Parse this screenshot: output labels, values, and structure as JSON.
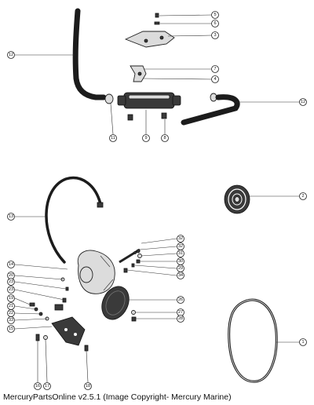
{
  "callouts": [
    {
      "label": "5"
    },
    {
      "label": "6"
    },
    {
      "label": "3"
    },
    {
      "label": "7"
    },
    {
      "label": "4"
    },
    {
      "label": "12"
    },
    {
      "label": "12"
    },
    {
      "label": "11"
    },
    {
      "label": "9"
    },
    {
      "label": "8"
    },
    {
      "label": "13"
    },
    {
      "label": "2"
    },
    {
      "label": "32"
    },
    {
      "label": "32"
    },
    {
      "label": "31"
    },
    {
      "label": "30"
    },
    {
      "label": "29"
    },
    {
      "label": "34"
    },
    {
      "label": "14"
    },
    {
      "label": "20"
    },
    {
      "label": "23"
    },
    {
      "label": "23"
    },
    {
      "label": "19"
    },
    {
      "label": "21"
    },
    {
      "label": "22"
    },
    {
      "label": "33"
    },
    {
      "label": "15"
    },
    {
      "label": "26"
    },
    {
      "label": "27"
    },
    {
      "label": "28"
    },
    {
      "label": "1"
    },
    {
      "label": "16"
    },
    {
      "label": "17"
    },
    {
      "label": "18"
    }
  ],
  "footer": {
    "text": "MercuryPartsOnline v2.5.1 (Image Copyright- Mercury Marine)"
  }
}
